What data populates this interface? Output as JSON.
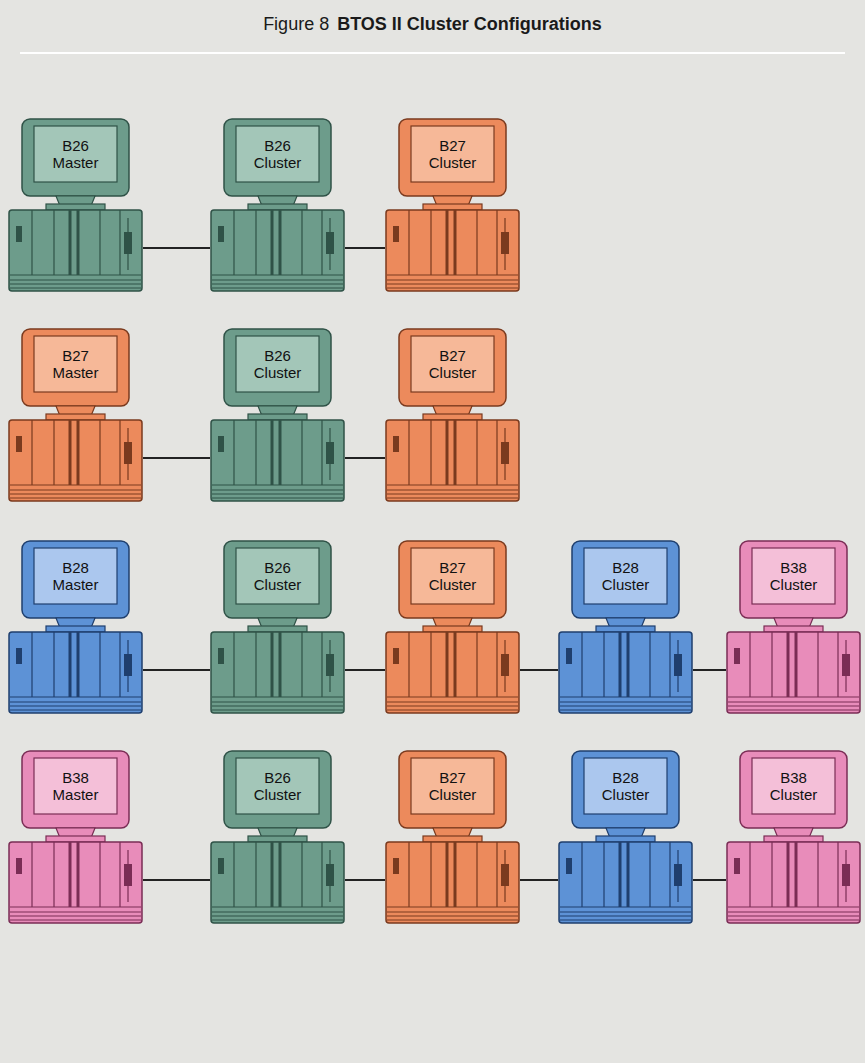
{
  "diagram": {
    "title": "BTOS II Cluster Configurations",
    "nodes": [
      {
        "text": [
          "B26 Master"
        ]
      },
      {
        "text": [
          "B26 Cluster"
        ]
      },
      {
        "text": [
          "B27 Cluster"
        ]
      },
      {
        "text": [
          "B27 Master"
        ]
      },
      {
        "text": [
          "B26 Cluster"
        ]
      },
      {
        "text": [
          "B27 Cluster"
        ]
      },
      {
        "text": [
          "B28 Master"
        ]
      },
      {
        "text": [
          "B26 Cluster"
        ]
      },
      {
        "text": [
          "B27 Cluster"
        ]
      },
      {
        "text": [
          "B28 Cluster"
        ]
      },
      {
        "text": [
          "B38 Cluster"
        ]
      },
      {
        "text": [
          "B38 Master"
        ]
      },
      {
        "text": [
          "B26 Cluster"
        ]
      },
      {
        "text": [
          "B27 Cluster"
        ]
      },
      {
        "text": [
          "B28 Cluster"
        ]
      },
      {
        "text": [
          "B38 Cluster"
        ]
      }
    ],
    "edges": [
      {
        "from": 0,
        "to": 1,
        "arrow": "none"
      },
      {
        "from": 1,
        "to": 2,
        "arrow": "none"
      },
      {
        "from": 3,
        "to": 4,
        "arrow": "none"
      },
      {
        "from": 4,
        "to": 5,
        "arrow": "none"
      },
      {
        "from": 6,
        "to": 7,
        "arrow": "none"
      },
      {
        "from": 7,
        "to": 8,
        "arrow": "none"
      },
      {
        "from": 8,
        "to": 9,
        "arrow": "none"
      },
      {
        "from": 9,
        "to": 10,
        "arrow": "none"
      },
      {
        "from": 11,
        "to": 12,
        "arrow": "none"
      },
      {
        "from": 12,
        "to": 13,
        "arrow": "none"
      },
      {
        "from": 13,
        "to": 14,
        "arrow": "none"
      },
      {
        "from": 14,
        "to": 15,
        "arrow": "none"
      }
    ],
    "labels": [
      "Figure 8"
    ]
  }
}
